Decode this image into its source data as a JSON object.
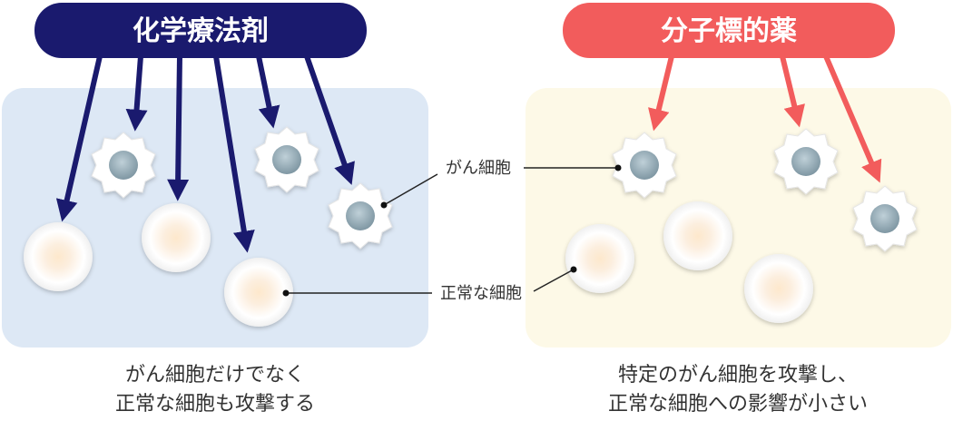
{
  "left": {
    "title": "化学療法剤",
    "caption_line1": "がん細胞だけでなく",
    "caption_line2": "正常な細胞も攻撃する",
    "color": "#1a1a6e",
    "panel_color": "#dde8f5"
  },
  "right": {
    "title": "分子標的薬",
    "caption_line1": "特定のがん細胞を攻撃し、",
    "caption_line2": "正常な細胞への影響が小さい",
    "color": "#f25c5c",
    "panel_color": "#fdf9e7"
  },
  "labels": {
    "cancer_cell": "がん細胞",
    "normal_cell": "正常な細胞"
  }
}
